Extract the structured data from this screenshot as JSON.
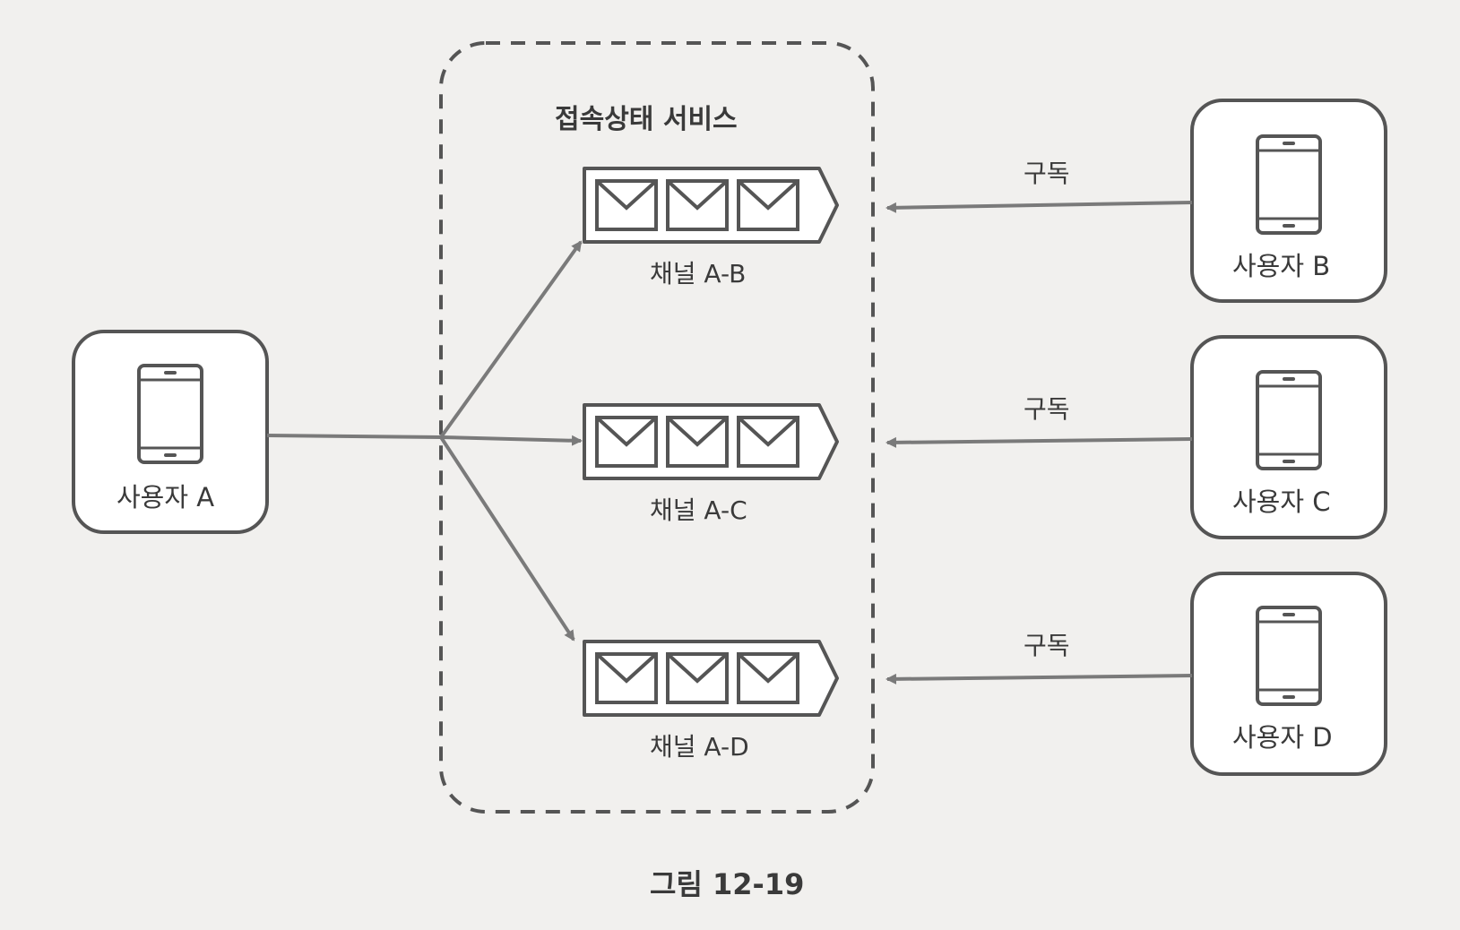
{
  "service": {
    "title": "접속상태 서비스"
  },
  "channels": [
    {
      "label": "채널 A-B"
    },
    {
      "label": "채널 A-C"
    },
    {
      "label": "채널 A-D"
    }
  ],
  "subscriptions": [
    {
      "label": "구독"
    },
    {
      "label": "구독"
    },
    {
      "label": "구독"
    }
  ],
  "users": {
    "a": {
      "label": "사용자 A"
    },
    "b": {
      "label": "사용자 B"
    },
    "c": {
      "label": "사용자 C"
    },
    "d": {
      "label": "사용자 D"
    }
  },
  "figure": {
    "caption": "그림 12-19"
  },
  "colors": {
    "stroke": "#555555",
    "arrow": "#7a7a7a",
    "background": "#f1f0ee",
    "box_fill": "#ffffff"
  },
  "icons": {
    "device": "smartphone-icon",
    "message": "envelope-icon"
  }
}
